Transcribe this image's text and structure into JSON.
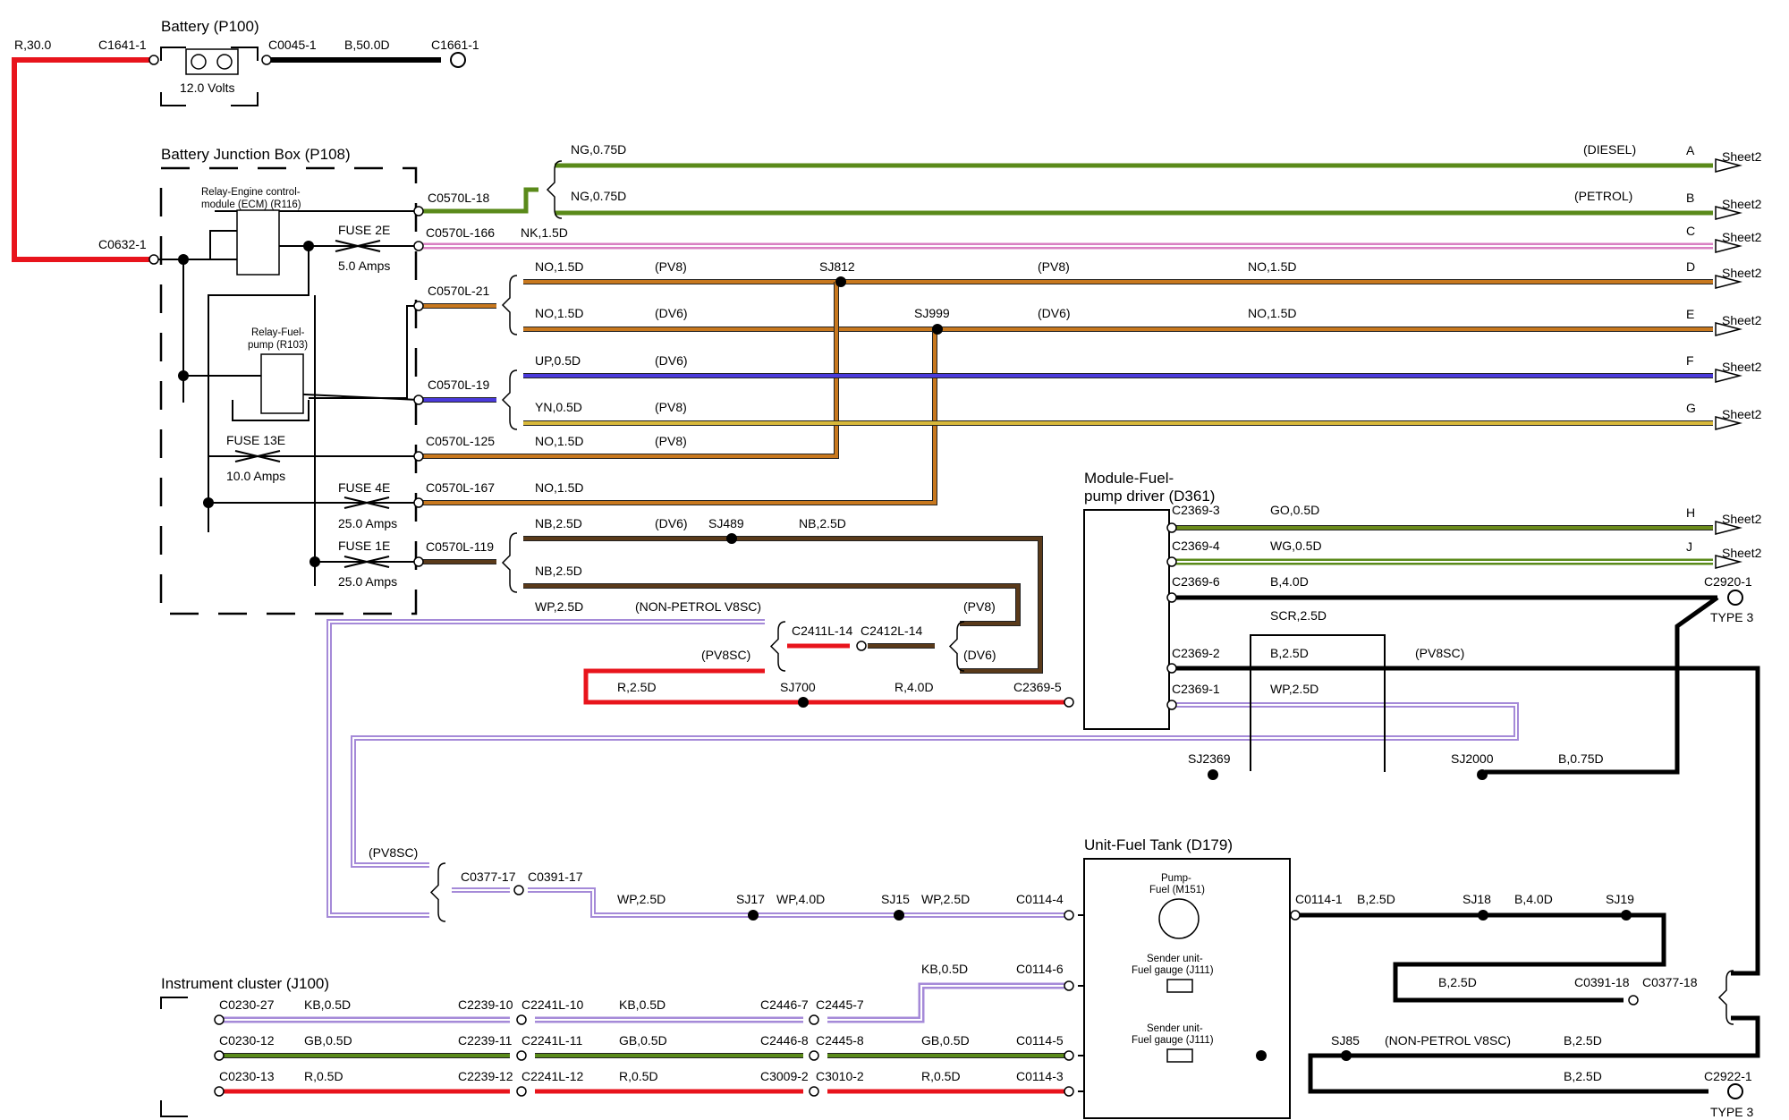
{
  "colors": {
    "red": "#e8141c",
    "black": "#000000",
    "green": "#5a8a1a",
    "pink": "#d97fc2",
    "orange": "#c8781e",
    "blue": "#4a3adb",
    "yellow": "#d8b83a",
    "brown": "#5a3a1a",
    "purple": "#a58ad8",
    "goLeft": "#6a8a1a"
  },
  "components": {
    "battery": {
      "title": "Battery (P100)",
      "voltage": "12.0 Volts"
    },
    "bjb": {
      "title": "Battery Junction Box (P108)"
    },
    "relay_ecm": {
      "line1": "Relay-Engine control-",
      "line2": "module (ECM) (R116)"
    },
    "relay_fuel": {
      "line1": "Relay-Fuel-",
      "line2": "pump (R103)"
    },
    "fpdm": {
      "line1": "Module-Fuel-",
      "line2": "pump driver (D361)"
    },
    "tank": {
      "title": "Unit-Fuel Tank (D179)",
      "pump1": "Pump-",
      "pump2": "Fuel (M151)",
      "sender1": "Sender unit-",
      "sender2": "Fuel gauge (J111)"
    },
    "cluster": {
      "title": "Instrument cluster (J100)"
    }
  },
  "fuses": [
    {
      "name": "FUSE 2E",
      "rating": "5.0 Amps"
    },
    {
      "name": "FUSE 13E",
      "rating": "10.0 Amps"
    },
    {
      "name": "FUSE 4E",
      "rating": "25.0 Amps"
    },
    {
      "name": "FUSE 1E",
      "rating": "25.0 Amps"
    }
  ],
  "sheet_refs": [
    {
      "letter": "A",
      "label": "Sheet2"
    },
    {
      "letter": "B",
      "label": "Sheet2"
    },
    {
      "letter": "C",
      "label": "Sheet2"
    },
    {
      "letter": "D",
      "label": "Sheet2"
    },
    {
      "letter": "E",
      "label": "Sheet2"
    },
    {
      "letter": "F",
      "label": "Sheet2"
    },
    {
      "letter": "G",
      "label": "Sheet2"
    },
    {
      "letter": "H",
      "label": "Sheet2"
    },
    {
      "letter": "J",
      "label": "Sheet2"
    }
  ],
  "grounds": [
    {
      "id": "C1661-1",
      "type": ""
    },
    {
      "id": "C2920-1",
      "type": "TYPE 3"
    },
    {
      "id": "C2922-1",
      "type": "TYPE 3"
    }
  ],
  "texts": [
    "R,30.0",
    "C1641-1",
    "C0045-1",
    "B,50.0D",
    "C0632-1",
    "C0570L-18",
    "NG,0.75D",
    "(DIESEL)",
    "NG,0.75D",
    "(PETROL)",
    "C0570L-166",
    "NK,1.5D",
    "C0570L-21",
    "NO,1.5D",
    "(PV8)",
    "SJ812",
    "(PV8)",
    "NO,1.5D",
    "NO,1.5D",
    "(DV6)",
    "SJ999",
    "(DV6)",
    "NO,1.5D",
    "C0570L-19",
    "UP,0.5D",
    "(DV6)",
    "YN,0.5D",
    "(PV8)",
    "C0570L-125",
    "NO,1.5D",
    "(PV8)",
    "C0570L-167",
    "NO,1.5D",
    "C0570L-119",
    "NB,2.5D",
    "(DV6)",
    "SJ489",
    "NB,2.5D",
    "NB,2.5D",
    "WP,2.5D",
    "(NON-PETROL V8SC)",
    "(PV8)",
    "C2411L-14",
    "C2412L-14",
    "(PV8SC)",
    "(DV6)",
    "R,2.5D",
    "SJ700",
    "R,4.0D",
    "C2369-5",
    "C2369-3",
    "GO,0.5D",
    "C2369-4",
    "WG,0.5D",
    "C2369-6",
    "B,4.0D",
    "SCR,2.5D",
    "C2369-2",
    "B,2.5D",
    "(PV8SC)",
    "C2369-1",
    "WP,2.5D",
    "SJ2369",
    "SJ2000",
    "B,0.75D",
    "(PV8SC)",
    "C0377-17",
    "C0391-17",
    "WP,2.5D",
    "SJ17",
    "WP,4.0D",
    "SJ15",
    "WP,2.5D",
    "C0114-4",
    "C0114-1",
    "B,2.5D",
    "SJ18",
    "B,4.0D",
    "SJ19",
    "B,2.5D",
    "C0391-18",
    "C0377-18",
    "SJ85",
    "(NON-PETROL V8SC)",
    "B,2.5D",
    "B,2.5D",
    "KB,0.5D",
    "C0114-6",
    "C0230-27",
    "KB,0.5D",
    "C2239-10",
    "C2241L-10",
    "KB,0.5D",
    "C2446-7",
    "C2445-7",
    "C0230-12",
    "GB,0.5D",
    "C2239-11",
    "C2241L-11",
    "GB,0.5D",
    "C2446-8",
    "C2445-8",
    "GB,0.5D",
    "C0114-5",
    "C0230-13",
    "R,0.5D",
    "C2239-12",
    "C2241L-12",
    "R,0.5D",
    "C3009-2",
    "C3010-2",
    "R,0.5D",
    "C0114-3"
  ]
}
